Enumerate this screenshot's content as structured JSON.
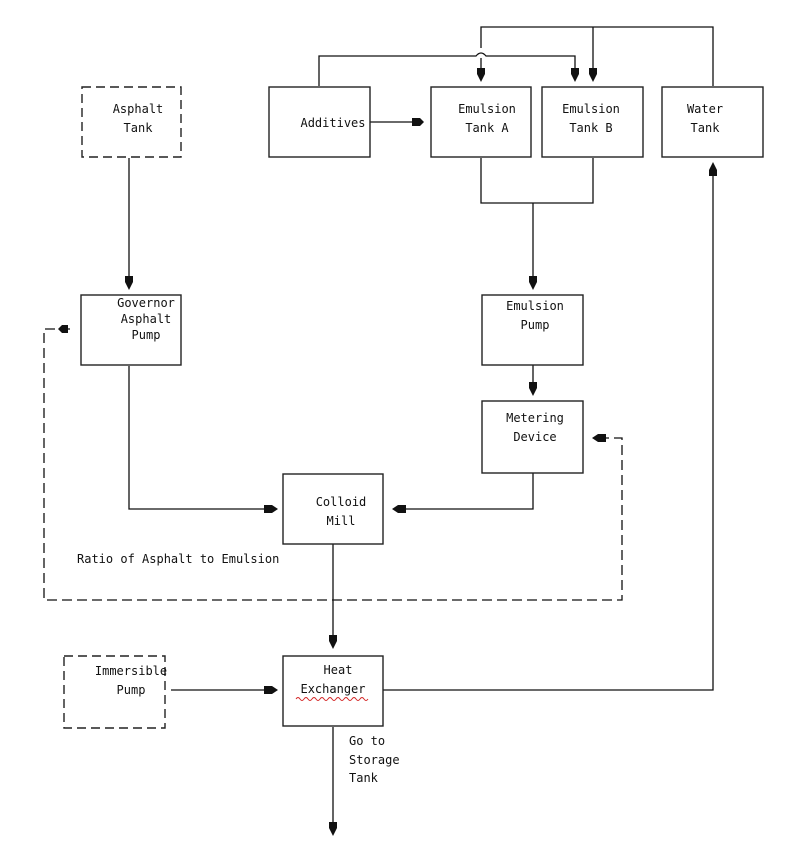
{
  "nodes": {
    "asphalt_tank": [
      "Asphalt",
      "Tank"
    ],
    "additives": [
      "Additives"
    ],
    "emulsion_tank_a": [
      "Emulsion",
      "Tank A"
    ],
    "emulsion_tank_b": [
      "Emulsion",
      "Tank B"
    ],
    "water_tank": [
      "Water",
      "Tank"
    ],
    "governor_asphalt_pump": [
      "Governor",
      "Asphalt",
      "Pump"
    ],
    "emulsion_pump": [
      "Emulsion",
      "Pump"
    ],
    "metering_device": [
      "Metering",
      "Device"
    ],
    "colloid_mill": [
      "Colloid",
      "Mill"
    ],
    "immersible_pump": [
      "Immersible",
      "Pump"
    ],
    "heat_exchanger": [
      "Heat",
      "Exchanger"
    ]
  },
  "labels": {
    "ratio": "Ratio of Asphalt to Emulsion",
    "go_to_storage": [
      "Go to",
      "Storage",
      "Tank"
    ]
  }
}
